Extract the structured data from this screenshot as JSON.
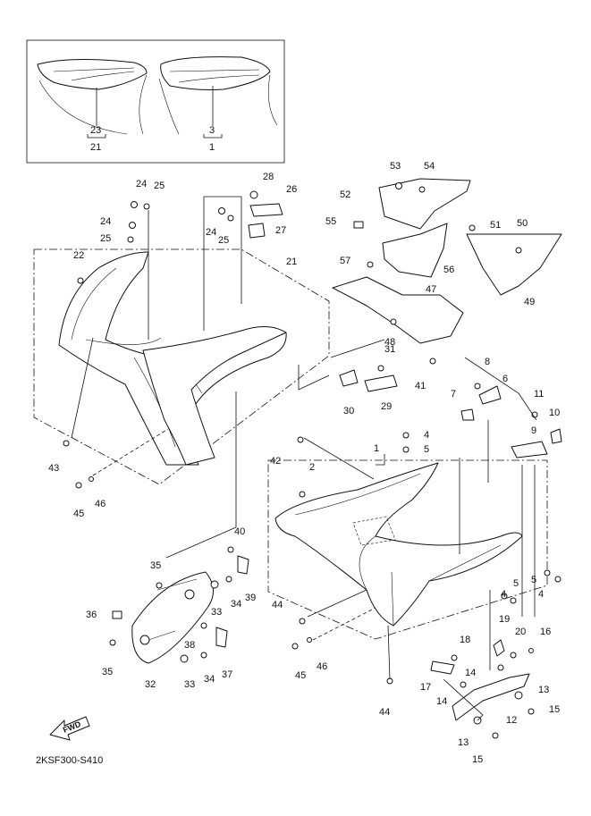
{
  "diagram_code": "2KSF300-S410",
  "fwd_label": "FWD",
  "callouts": [
    "1",
    "2",
    "3",
    "4",
    "5",
    "6",
    "7",
    "8",
    "9",
    "10",
    "11",
    "12",
    "13",
    "14",
    "15",
    "16",
    "17",
    "18",
    "19",
    "20",
    "21",
    "23",
    "22",
    "24",
    "25",
    "26",
    "27",
    "28",
    "29",
    "30",
    "31",
    "32",
    "33",
    "34",
    "35",
    "36",
    "37",
    "38",
    "39",
    "40",
    "41",
    "42",
    "43",
    "44",
    "45",
    "46",
    "47",
    "48",
    "49",
    "50",
    "51",
    "52",
    "53",
    "54",
    "55",
    "56",
    "57"
  ],
  "labels": [
    {
      "id": "l23a",
      "text": "23"
    },
    {
      "id": "l21a",
      "text": "21"
    },
    {
      "id": "l3a",
      "text": "3"
    },
    {
      "id": "l1a",
      "text": "1"
    },
    {
      "id": "l24a",
      "text": "24"
    },
    {
      "id": "l25a",
      "text": "25"
    },
    {
      "id": "l28",
      "text": "28"
    },
    {
      "id": "l26",
      "text": "26"
    },
    {
      "id": "l24b",
      "text": "24"
    },
    {
      "id": "l24c",
      "text": "24"
    },
    {
      "id": "l25b",
      "text": "25"
    },
    {
      "id": "l25c",
      "text": "25"
    },
    {
      "id": "l27",
      "text": "27"
    },
    {
      "id": "l22",
      "text": "22"
    },
    {
      "id": "l21b",
      "text": "21"
    },
    {
      "id": "l53",
      "text": "53"
    },
    {
      "id": "l54",
      "text": "54"
    },
    {
      "id": "l52",
      "text": "52"
    },
    {
      "id": "l55",
      "text": "55"
    },
    {
      "id": "l51",
      "text": "51"
    },
    {
      "id": "l50",
      "text": "50"
    },
    {
      "id": "l57",
      "text": "57"
    },
    {
      "id": "l56",
      "text": "56"
    },
    {
      "id": "l47",
      "text": "47"
    },
    {
      "id": "l49",
      "text": "49"
    },
    {
      "id": "l48",
      "text": "48"
    },
    {
      "id": "l31",
      "text": "31"
    },
    {
      "id": "l41",
      "text": "41"
    },
    {
      "id": "l8",
      "text": "8"
    },
    {
      "id": "l6",
      "text": "6"
    },
    {
      "id": "l7",
      "text": "7"
    },
    {
      "id": "l11",
      "text": "11"
    },
    {
      "id": "l10",
      "text": "10"
    },
    {
      "id": "l30",
      "text": "30"
    },
    {
      "id": "l29",
      "text": "29"
    },
    {
      "id": "l9",
      "text": "9"
    },
    {
      "id": "l4a",
      "text": "4"
    },
    {
      "id": "l5a",
      "text": "5"
    },
    {
      "id": "l1b",
      "text": "1"
    },
    {
      "id": "l42",
      "text": "42"
    },
    {
      "id": "l43",
      "text": "43"
    },
    {
      "id": "l2",
      "text": "2"
    },
    {
      "id": "l45a",
      "text": "45"
    },
    {
      "id": "l46a",
      "text": "46"
    },
    {
      "id": "l35a",
      "text": "35"
    },
    {
      "id": "l40",
      "text": "40"
    },
    {
      "id": "l39",
      "text": "39"
    },
    {
      "id": "l33a",
      "text": "33"
    },
    {
      "id": "l34a",
      "text": "34"
    },
    {
      "id": "l36",
      "text": "36"
    },
    {
      "id": "l44a",
      "text": "44"
    },
    {
      "id": "l38",
      "text": "38"
    },
    {
      "id": "l35b",
      "text": "35"
    },
    {
      "id": "l32",
      "text": "32"
    },
    {
      "id": "l33b",
      "text": "33"
    },
    {
      "id": "l34b",
      "text": "34"
    },
    {
      "id": "l37",
      "text": "37"
    },
    {
      "id": "l45b",
      "text": "45"
    },
    {
      "id": "l46b",
      "text": "46"
    },
    {
      "id": "l5b",
      "text": "5"
    },
    {
      "id": "l4b",
      "text": "4"
    },
    {
      "id": "l5c",
      "text": "5"
    },
    {
      "id": "l4c",
      "text": "4"
    },
    {
      "id": "l19",
      "text": "19"
    },
    {
      "id": "l18",
      "text": "18"
    },
    {
      "id": "l20",
      "text": "20"
    },
    {
      "id": "l16",
      "text": "16"
    },
    {
      "id": "l17",
      "text": "17"
    },
    {
      "id": "l14a",
      "text": "14"
    },
    {
      "id": "l14b",
      "text": "14"
    },
    {
      "id": "l13a",
      "text": "13"
    },
    {
      "id": "l12",
      "text": "12"
    },
    {
      "id": "l15a",
      "text": "15"
    },
    {
      "id": "l44b",
      "text": "44"
    },
    {
      "id": "l13b",
      "text": "13"
    },
    {
      "id": "l15b",
      "text": "15"
    }
  ]
}
